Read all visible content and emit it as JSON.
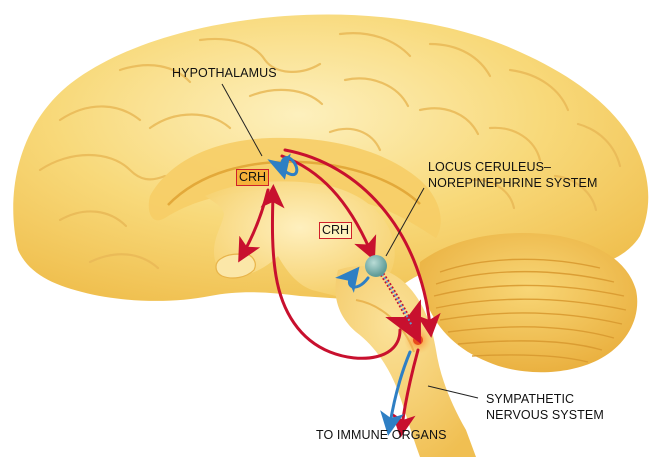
{
  "labels": {
    "hypothalamus": "HYPOTHALAMUS",
    "locus_line1": "LOCUS CERULEUS–",
    "locus_line2": "NOREPINEPHRINE SYSTEM",
    "crh_top": "CRH",
    "crh_mid": "CRH",
    "sympathetic_line1": "SYMPATHETIC",
    "sympathetic_line2": "NERVOUS SYSTEM",
    "immune": "TO IMMUNE ORGANS"
  },
  "colors": {
    "brain_light": "#fbe39a",
    "brain_mid": "#f3c55a",
    "brain_shadow": "#e0a535",
    "red_arrow": "#c8102e",
    "blue_arrow": "#2e7fc4",
    "locus_node": "#7fb4b0",
    "symp_node": "#e84a1c"
  }
}
